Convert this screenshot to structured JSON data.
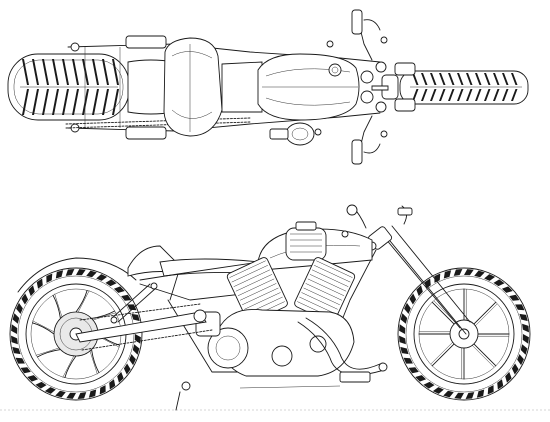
{
  "drawing": {
    "views": [
      {
        "id": "top-view",
        "name": "top"
      },
      {
        "id": "side-view",
        "name": "side"
      }
    ],
    "wheels": {
      "spokes": 8,
      "treadBlocks": 36
    }
  }
}
